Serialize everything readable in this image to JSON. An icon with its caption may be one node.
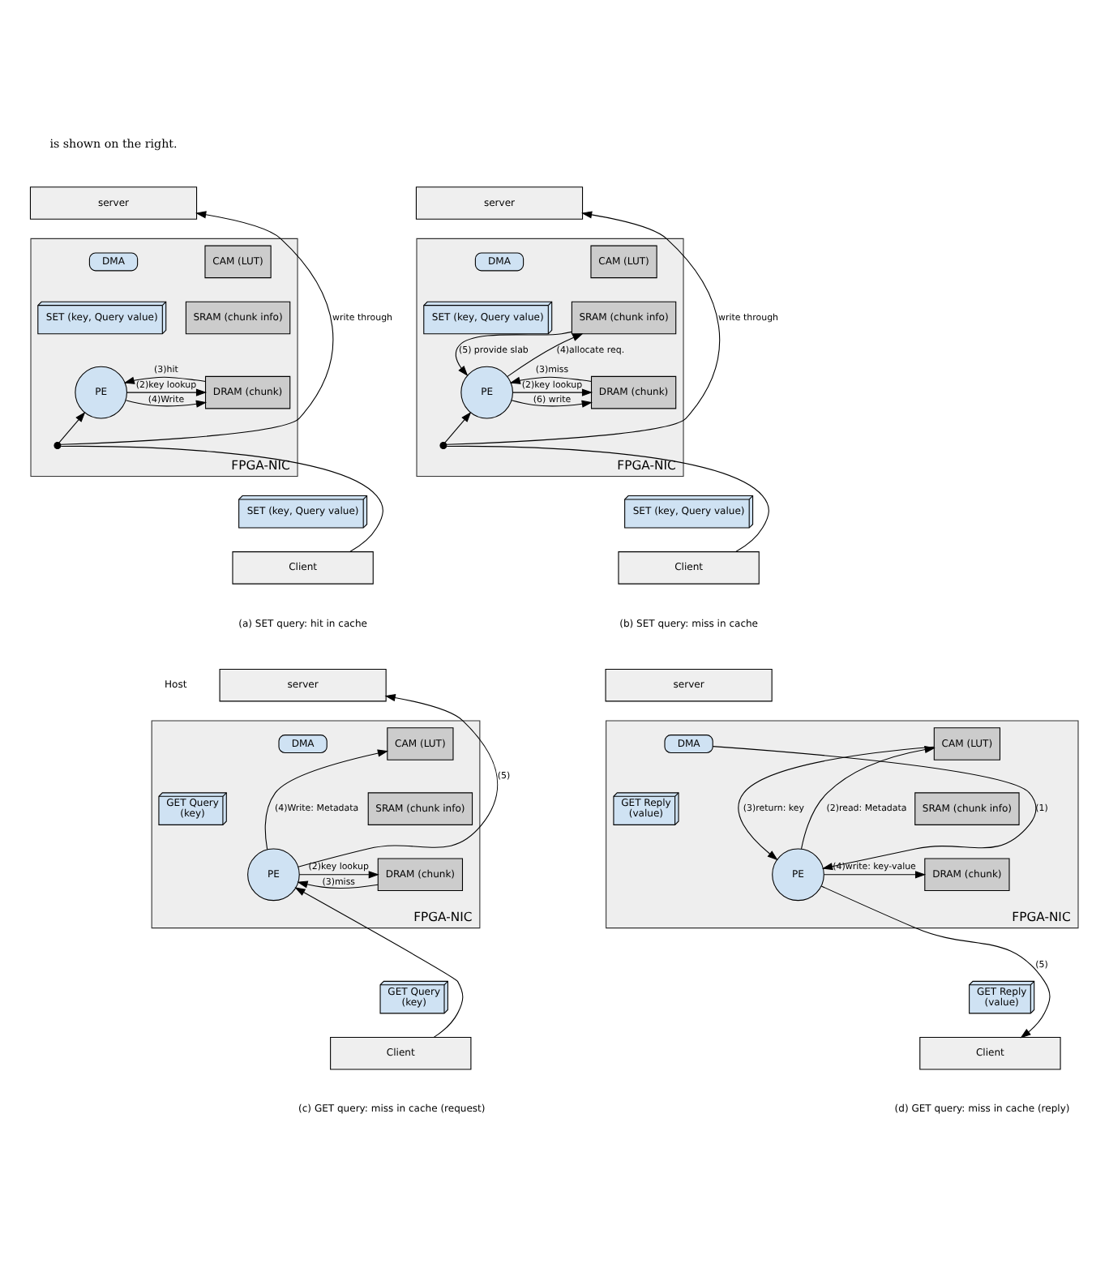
{
  "diagram": {
    "nodes": [
      {
        "text": [
          "server"
        ]
      },
      {
        "text": [
          "FPGA-NIC"
        ]
      },
      {
        "text": [
          "DMA"
        ],
        "in": 1
      },
      {
        "text": [
          "SET (key, Query value)"
        ],
        "in": 1
      },
      {
        "text": [
          "CAM (LUT)"
        ],
        "in": 1
      },
      {
        "text": [
          "SRAM (chunk info)"
        ],
        "in": 1
      },
      {
        "text": [
          "PE"
        ],
        "in": 1
      },
      {
        "text": [
          "DRAM (chunk)"
        ],
        "in": 1
      },
      {
        "text": [],
        "shape": "circle",
        "in": 1
      },
      {
        "text": [
          "SET (key, Query value)"
        ]
      },
      {
        "text": [
          "Client"
        ]
      },
      {
        "text": [
          "server"
        ]
      },
      {
        "text": [
          "FPGA-NIC"
        ]
      },
      {
        "text": [
          "DMA"
        ],
        "in": 12
      },
      {
        "text": [
          "SET (key, Query value)"
        ],
        "in": 12
      },
      {
        "text": [
          "CAM (LUT)"
        ],
        "in": 12
      },
      {
        "text": [
          "SRAM (chunk info)"
        ],
        "in": 12
      },
      {
        "text": [
          "PE"
        ],
        "in": 12
      },
      {
        "text": [
          "DRAM (chunk)"
        ],
        "in": 12
      },
      {
        "text": [],
        "shape": "circle",
        "in": 12
      },
      {
        "text": [
          "SET (key, Query value)"
        ]
      },
      {
        "text": [
          "Client"
        ]
      },
      {
        "text": [
          "server"
        ]
      },
      {
        "text": [
          "FPGA-NIC"
        ]
      },
      {
        "text": [
          "DMA"
        ],
        "in": 23
      },
      {
        "text": [
          "GET Query",
          "(key)"
        ],
        "in": 23
      },
      {
        "text": [
          "CAM (LUT)"
        ],
        "in": 23
      },
      {
        "text": [
          "SRAM (chunk info)"
        ],
        "in": 23
      },
      {
        "text": [
          "PE"
        ],
        "in": 23
      },
      {
        "text": [
          "DRAM (chunk)"
        ],
        "in": 23
      },
      {
        "text": [
          "GET Query",
          "(key)"
        ]
      },
      {
        "text": [
          "Client"
        ]
      },
      {
        "text": [
          "server"
        ]
      },
      {
        "text": [
          "FPGA-NIC"
        ]
      },
      {
        "text": [
          "DMA"
        ],
        "in": 33
      },
      {
        "text": [
          "GET Reply",
          "(value)"
        ],
        "in": 33
      },
      {
        "text": [
          "CAM (LUT)"
        ],
        "in": 33
      },
      {
        "text": [
          "SRAM (chunk info)"
        ],
        "in": 33
      },
      {
        "text": [
          "PE"
        ],
        "in": 33
      },
      {
        "text": [
          "DRAM (chunk)"
        ],
        "in": 33
      },
      {
        "text": [
          "GET Reply",
          "(value)"
        ]
      },
      {
        "text": [
          "Client"
        ]
      }
    ],
    "edges": [
      {
        "from": 10,
        "to": 8,
        "arrow": "none"
      },
      {
        "from": 8,
        "to": 6,
        "arrow": "to"
      },
      {
        "from": 8,
        "to": 0,
        "arrow": "to",
        "label": "write through"
      },
      {
        "from": 6,
        "to": 7,
        "arrow": "to",
        "label": "(4)Write"
      },
      {
        "from": 7,
        "to": 6,
        "arrow": "to",
        "label": "(3)hit"
      },
      {
        "from": 6,
        "to": 7,
        "arrow": "to",
        "label": "(2)key lookup"
      },
      {
        "from": 21,
        "to": 19,
        "arrow": "none"
      },
      {
        "from": 19,
        "to": 17,
        "arrow": "to"
      },
      {
        "from": 19,
        "to": 11,
        "arrow": "to",
        "label": "write through"
      },
      {
        "from": 17,
        "to": 18,
        "arrow": "to",
        "label": "(6) write"
      },
      {
        "from": 16,
        "to": 17,
        "arrow": "to",
        "label": "(5) provide slab"
      },
      {
        "from": 17,
        "to": 16,
        "arrow": "to",
        "label": "(4)allocate req."
      },
      {
        "from": 18,
        "to": 17,
        "arrow": "to",
        "label": "(3)miss"
      },
      {
        "from": 17,
        "to": 18,
        "arrow": "to",
        "label": "(2)key lookup"
      },
      {
        "from": 31,
        "to": 28,
        "arrow": "to"
      },
      {
        "from": 28,
        "to": 22,
        "arrow": "to",
        "label": "(5)"
      },
      {
        "from": 28,
        "to": 26,
        "arrow": "to",
        "label": "(4)Write: Metadata"
      },
      {
        "from": 29,
        "to": 28,
        "arrow": "to",
        "label": "(3)miss"
      },
      {
        "from": 28,
        "to": 29,
        "arrow": "to",
        "label": "(2)key lookup"
      },
      {
        "from": 34,
        "to": 38,
        "arrow": "to",
        "label": "(1)"
      },
      {
        "from": 38,
        "to": 36,
        "arrow": "to",
        "label": "(2)read: Metadata"
      },
      {
        "from": 36,
        "to": 38,
        "arrow": "to",
        "label": "(3)return: key"
      },
      {
        "from": 38,
        "to": 39,
        "arrow": "to",
        "label": "(4)write: key-value"
      },
      {
        "from": 38,
        "to": 41,
        "arrow": "to",
        "label": "(5)"
      }
    ],
    "labels": [
      "is shown on the right.",
      "(a) SET query: hit in cache",
      "(b) SET query: miss in cache",
      "Host",
      "(c) GET query: miss in cache (request)",
      "(d) GET query: miss in cache (reply)"
    ]
  }
}
